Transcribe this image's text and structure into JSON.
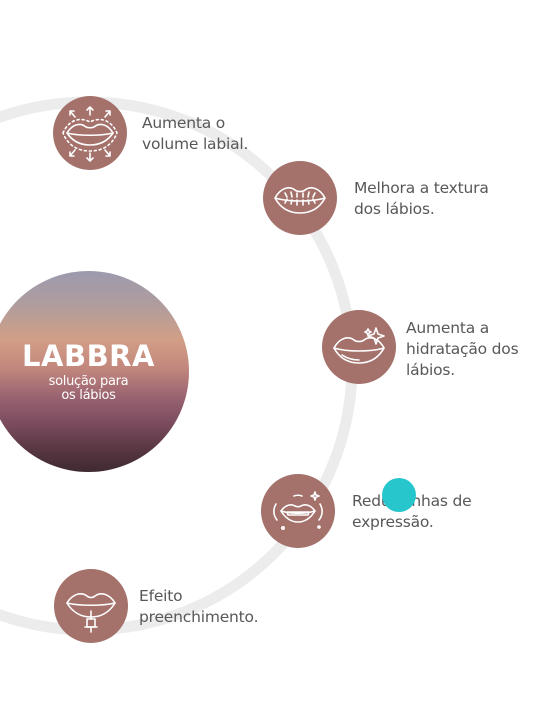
{
  "brand": {
    "title": "LABBRA",
    "subtitle_line1": "solução para",
    "subtitle_line2": "os lábios"
  },
  "benefits": [
    {
      "icon": "lips-volume-arrows-icon",
      "line1": "Aumenta o",
      "line2": "volume labial.",
      "line3": ""
    },
    {
      "icon": "lips-texture-icon",
      "line1": "Melhora a textura",
      "line2": "dos lábios.",
      "line3": ""
    },
    {
      "icon": "lips-sparkle-hydration-icon",
      "line1": "Aumenta a",
      "line2": "hidratação dos",
      "line3": "lábios."
    },
    {
      "icon": "lips-smile-lines-icon",
      "line1": "Reduz linhas de",
      "line2": "expressão.",
      "line3": ""
    },
    {
      "icon": "lips-filler-syringe-icon",
      "line1": "Efeito",
      "line2": "preenchimento.",
      "line3": ""
    }
  ],
  "colors": {
    "icon_background": "#a4716b",
    "ring": "#ececec",
    "text": "#585858",
    "cursor": "#27c6cd"
  }
}
